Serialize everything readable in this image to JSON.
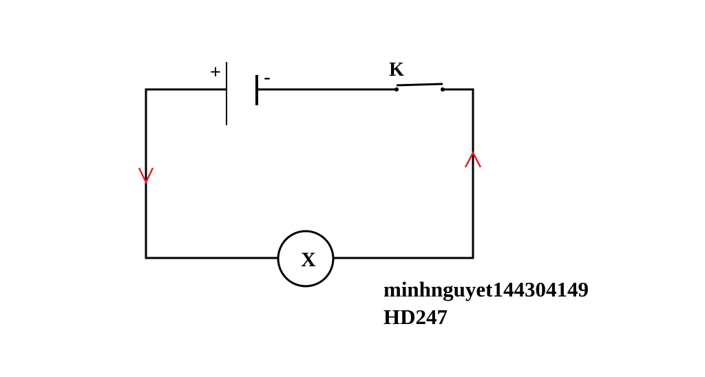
{
  "labels": {
    "battery_positive": "+",
    "battery_negative": "-",
    "switch": "K",
    "lamp": "X"
  },
  "credit": {
    "author": "minhnguyet144304149",
    "site": "HD247"
  },
  "colors": {
    "wire": "#000000",
    "current_arrow": "#e8202a"
  },
  "icons": [
    "battery-icon",
    "switch-icon",
    "lamp-icon",
    "current-arrow-icon"
  ]
}
